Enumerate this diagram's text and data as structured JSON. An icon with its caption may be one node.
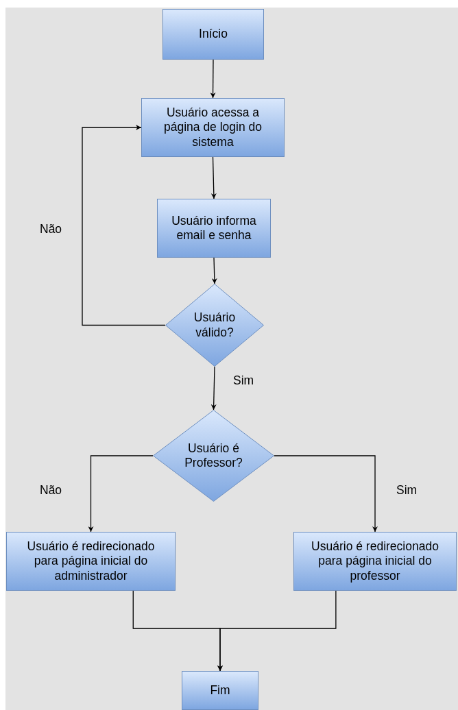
{
  "diagram": {
    "nodes": [
      {
        "text": [
          "Início"
        ]
      },
      {
        "text": [
          "Usuário acessa a página de login do sistema"
        ]
      },
      {
        "text": [
          "Usuário informa email e senha"
        ]
      },
      {
        "text": [
          "Usuário válido?"
        ]
      },
      {
        "text": [
          "Usuário é Professor?"
        ]
      },
      {
        "text": [
          "Usuário é redirecionado para página inicial do administrador"
        ]
      },
      {
        "text": [
          "Usuário é redirecionado para página inicial do professor"
        ]
      },
      {
        "text": [
          "Fim"
        ]
      }
    ],
    "edges": [
      {
        "from": 0,
        "to": 1,
        "arrow": "to"
      },
      {
        "from": 1,
        "to": 2,
        "arrow": "to"
      },
      {
        "from": 2,
        "to": 3,
        "arrow": "to"
      },
      {
        "from": 3,
        "to": 1,
        "arrow": "to",
        "label": "Não"
      },
      {
        "from": 3,
        "to": 4,
        "arrow": "to",
        "label": "Sim"
      },
      {
        "from": 4,
        "to": 5,
        "arrow": "to",
        "label": "Não"
      },
      {
        "from": 4,
        "to": 6,
        "arrow": "to",
        "label": "Sim"
      },
      {
        "from": 5,
        "to": 7,
        "arrow": "to"
      },
      {
        "from": 6,
        "to": 7,
        "arrow": "to"
      }
    ]
  }
}
